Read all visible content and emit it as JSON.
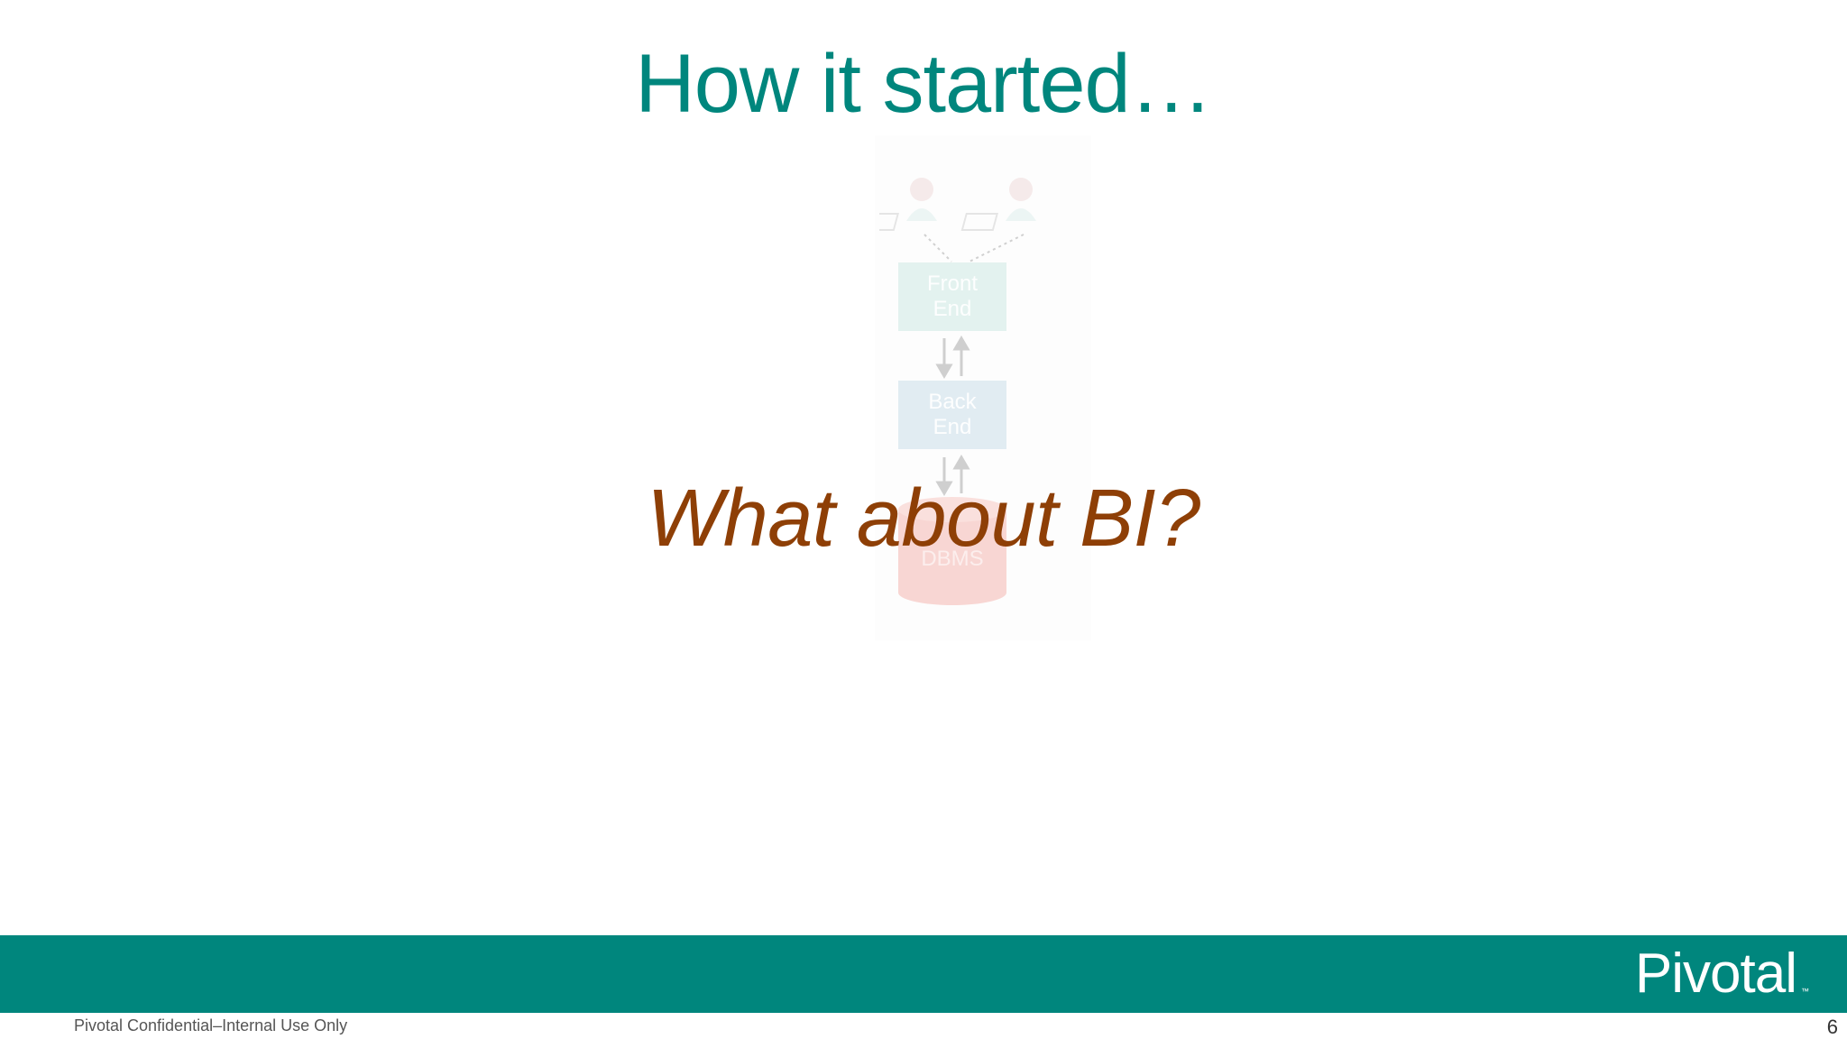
{
  "slide": {
    "title": "How it started…",
    "question": "What about BI?",
    "diagram": {
      "front_end": [
        "Front",
        "End"
      ],
      "back_end": [
        "Back",
        "End"
      ],
      "database": "DBMS",
      "user_icons": [
        "user-at-laptop-icon",
        "user-at-laptop-icon"
      ]
    },
    "footer": {
      "brand": "Pivotal",
      "trademark": "™",
      "confidential": "Pivotal Confidential–Internal Use Only",
      "page_number": "6"
    },
    "colors": {
      "title": "#00867d",
      "question": "#8e3f06",
      "footer_band": "#00867d",
      "front_end_box": "#d9eeea",
      "back_end_box": "#d7e6ee",
      "database": "#f5b7b1"
    }
  }
}
